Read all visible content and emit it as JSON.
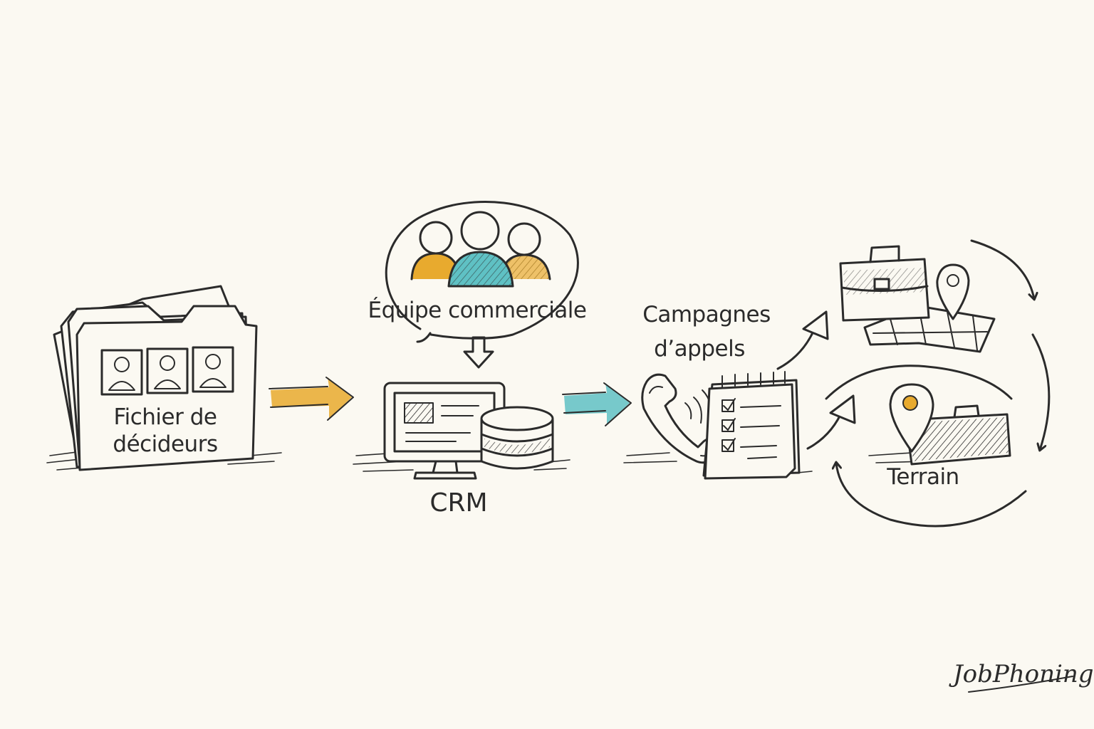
{
  "nodes": {
    "fichier": {
      "label_line1": "Fichier de",
      "label_line2": "décideurs"
    },
    "equipe": {
      "label": "Équipe commerciale"
    },
    "crm": {
      "label": "CRM"
    },
    "campagnes": {
      "label_line1": "Campagnes",
      "label_line2": "d’appels"
    },
    "terrain": {
      "label": "Terrain"
    }
  },
  "logo": {
    "text": "JobPhoning"
  },
  "colors": {
    "accent_orange": "#e8aa2e",
    "accent_teal": "#5fc1c4",
    "ink": "#2b2b2b",
    "background": "#fbf9f2"
  }
}
